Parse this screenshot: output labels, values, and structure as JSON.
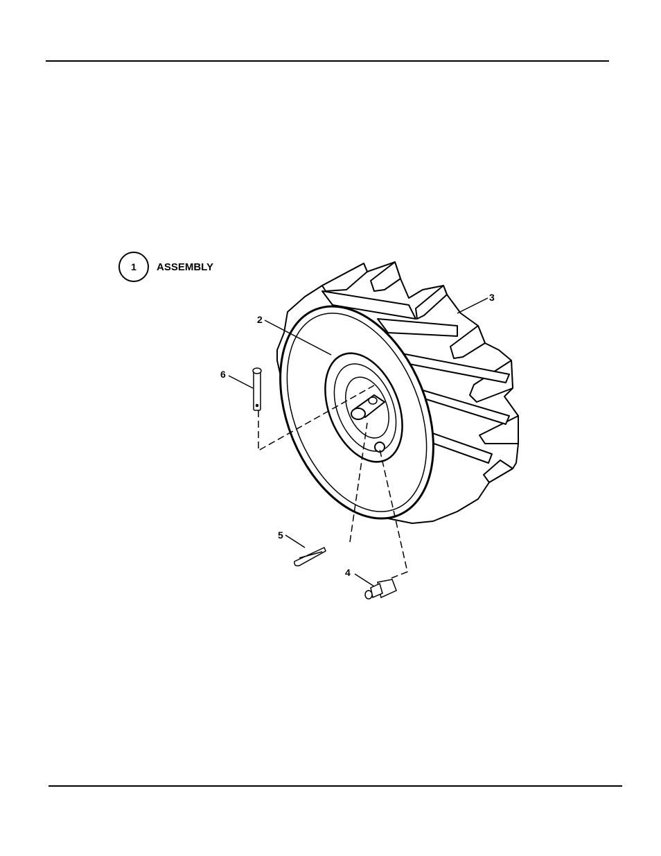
{
  "figure": {
    "title_number": "1",
    "title_label": "ASSEMBLY",
    "callouts": [
      {
        "id": "2",
        "label": "2"
      },
      {
        "id": "3",
        "label": "3"
      },
      {
        "id": "4",
        "label": "4"
      },
      {
        "id": "5",
        "label": "5"
      },
      {
        "id": "6",
        "label": "6"
      }
    ],
    "parts": {
      "wheel_rim": "rim-icon",
      "tire": "lug-tire-icon",
      "grease_fitting": "fitting-icon",
      "cotter_pin": "cotter-pin-icon",
      "clevis_pin": "clevis-pin-icon"
    }
  }
}
